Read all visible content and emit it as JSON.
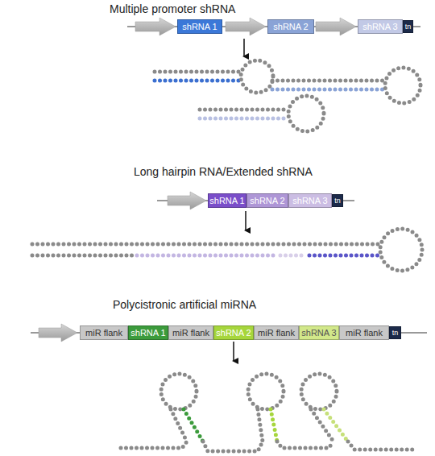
{
  "diagram": {
    "nodes": [
      {
        "text": [
          "shRNA 1"
        ]
      },
      {
        "text": [
          "shRNA 2"
        ]
      },
      {
        "text": [
          "shRNA 3"
        ]
      },
      {
        "text": [
          "tn"
        ]
      },
      {
        "text": [
          "shRNA 1"
        ]
      },
      {
        "text": [
          "shRNA 2"
        ]
      },
      {
        "text": [
          "shRNA 3"
        ]
      },
      {
        "text": [
          "tn"
        ]
      },
      {
        "text": [
          "miR flank"
        ]
      },
      {
        "text": [
          "shRNA 1"
        ]
      },
      {
        "text": [
          "miR flank"
        ]
      },
      {
        "text": [
          "shRNA 2"
        ]
      },
      {
        "text": [
          "miR flank"
        ]
      },
      {
        "text": [
          "shRNA 3"
        ]
      },
      {
        "text": [
          "miR flank"
        ]
      },
      {
        "text": [
          "tn"
        ]
      }
    ],
    "labels": [
      "Multiple promoter shRNA",
      "Long hairpin RNA/Extended shRNA",
      "Polycistronic artificial miRNA"
    ]
  }
}
